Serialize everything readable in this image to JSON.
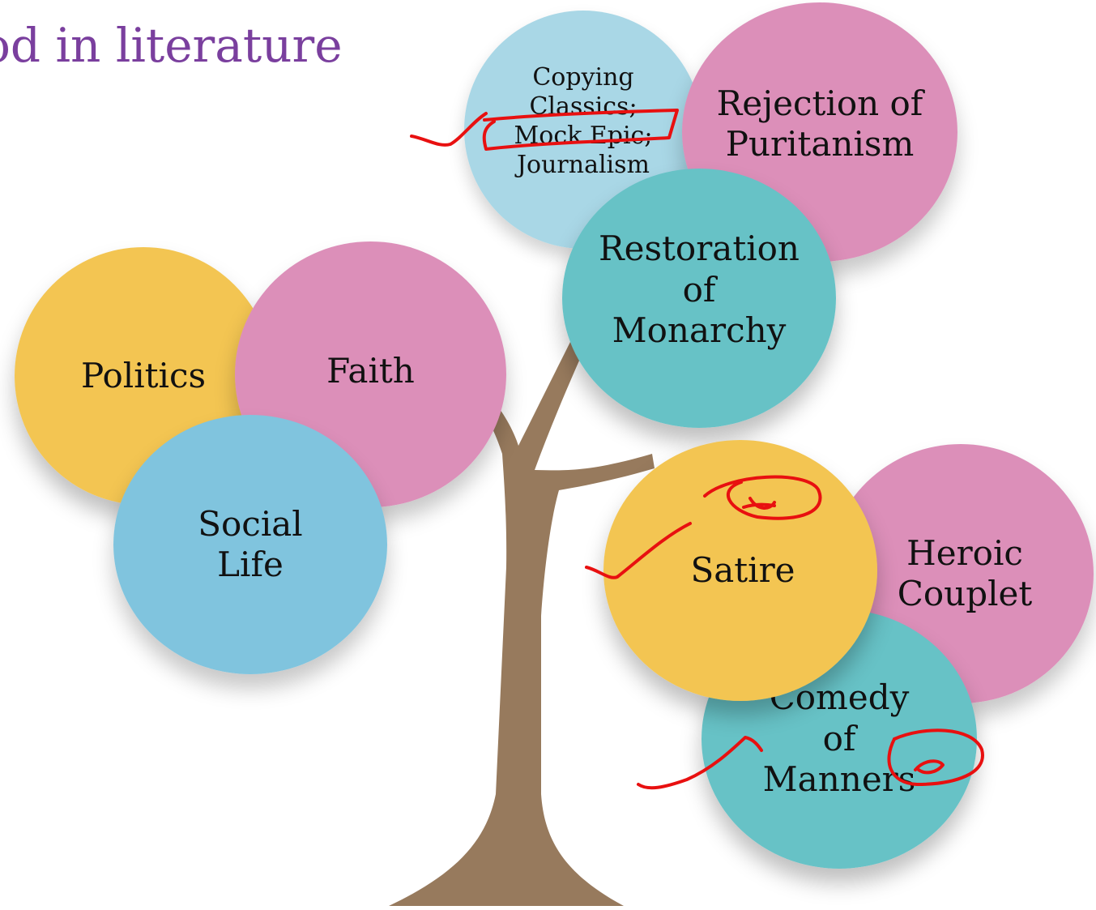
{
  "title": "od in literature",
  "circles": {
    "copying": "Copying\nClassics;\nMock Epic;\nJournalism",
    "rejection": "Rejection of\nPuritanism",
    "restoration": "Restoration\nof\nMonarchy",
    "politics": "Politics",
    "faith": "Faith",
    "social": "Social\nLife",
    "satire": "Satire",
    "heroic": "Heroic\nCouplet",
    "comedy": "Comedy\nof\nManners"
  },
  "colors": {
    "title": "#7a3f9e",
    "trunk": "#977a5d",
    "ink": "#e81010"
  }
}
